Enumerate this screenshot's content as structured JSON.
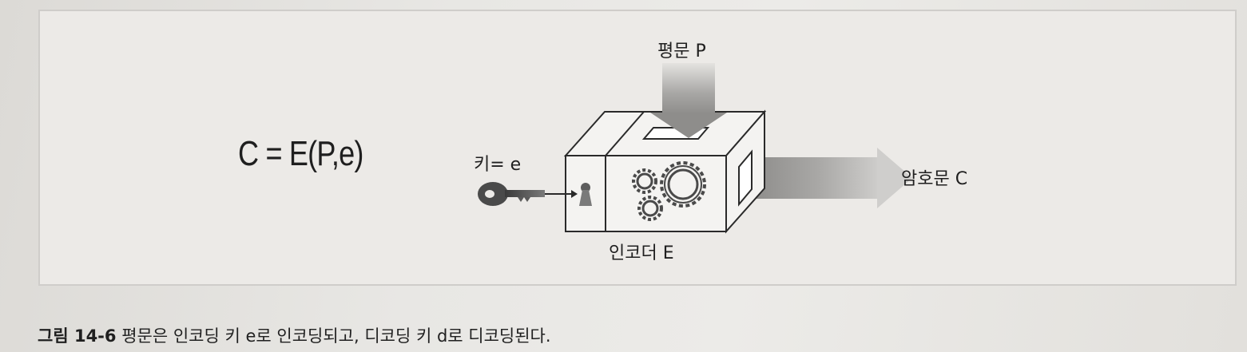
{
  "diagram": {
    "formula": "C = E(P,e)",
    "plaintext_label": "평문 P",
    "key_label": "키= e",
    "ciphertext_label": "암호문 C",
    "encoder_label": "인코더 E"
  },
  "caption": {
    "number": "그림 14-6",
    "text": " 평문은 인코딩 키 e로 인코딩되고, 디코딩 키 d로 디코딩된다."
  },
  "colors": {
    "arrow_gray": "#9a9a9a",
    "box_fill": "#f4f3f1",
    "gear_gray": "#5a5a5a"
  }
}
